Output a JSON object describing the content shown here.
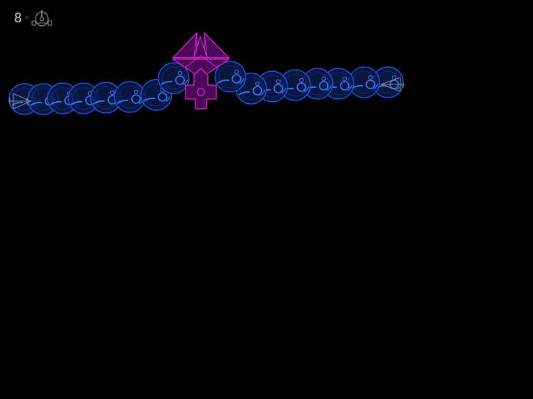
{
  "hud": {
    "lives_count": "8",
    "lives_separator": "×",
    "lives_icon": "player-ship-icon"
  },
  "colors": {
    "background": "#000000",
    "hud_text": "#c8c8c8",
    "hud_ship": "#8a8a8a",
    "segment_stroke": "#1f5fff",
    "segment_fill": "#0a1a4a",
    "boss_stroke": "#e020e0",
    "boss_fill": "#4a0a55",
    "ship_outline": "#8a8a8a"
  },
  "entities": {
    "boss": "mothership",
    "segments": "blue-ring-orb",
    "wing_tip_ships": "grey-fighter"
  }
}
